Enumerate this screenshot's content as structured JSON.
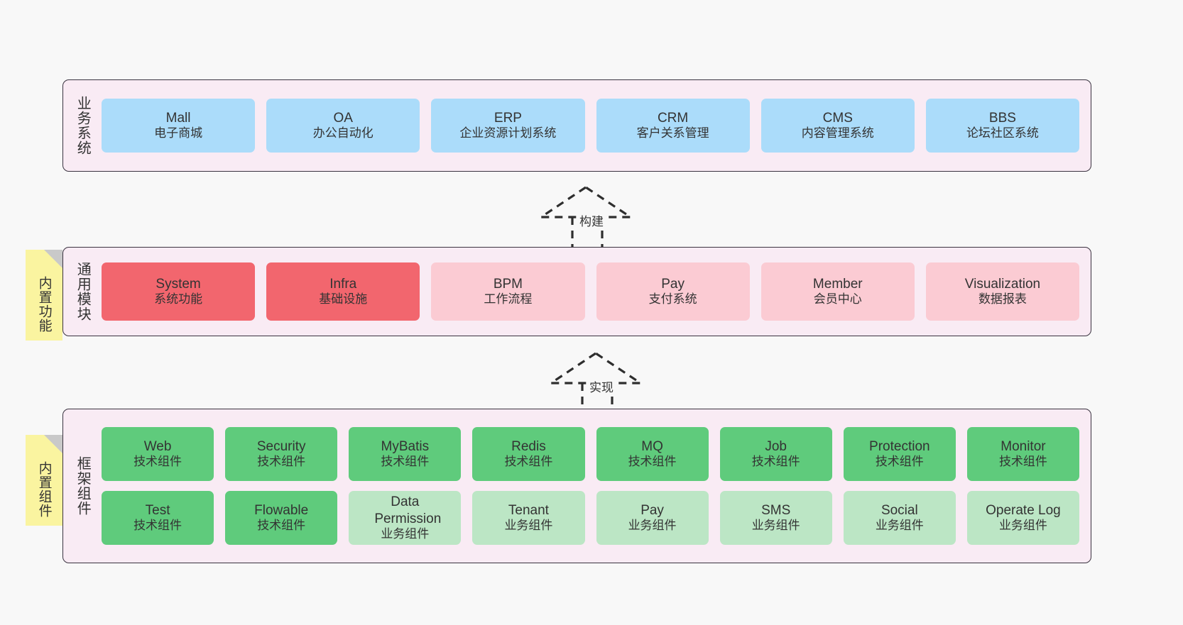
{
  "layers": [
    {
      "name": "business-system",
      "label": "业务系统",
      "rows": [
        [
          {
            "title": "Mall",
            "sub": "电子商城",
            "color": "blue"
          },
          {
            "title": "OA",
            "sub": "办公自动化",
            "color": "blue"
          },
          {
            "title": "ERP",
            "sub": "企业资源计划系统",
            "color": "blue"
          },
          {
            "title": "CRM",
            "sub": "客户关系管理",
            "color": "blue"
          },
          {
            "title": "CMS",
            "sub": "内容管理系统",
            "color": "blue"
          },
          {
            "title": "BBS",
            "sub": "论坛社区系统",
            "color": "blue"
          }
        ]
      ]
    },
    {
      "name": "common-module",
      "label": "通用模块",
      "note": "内置功能",
      "rows": [
        [
          {
            "title": "System",
            "sub": "系统功能",
            "color": "red"
          },
          {
            "title": "Infra",
            "sub": "基础设施",
            "color": "red"
          },
          {
            "title": "BPM",
            "sub": "工作流程",
            "color": "pink"
          },
          {
            "title": "Pay",
            "sub": "支付系统",
            "color": "pink"
          },
          {
            "title": "Member",
            "sub": "会员中心",
            "color": "pink"
          },
          {
            "title": "Visualization",
            "sub": "数据报表",
            "color": "pink"
          }
        ]
      ]
    },
    {
      "name": "framework-component",
      "label": "框架组件",
      "note": "内置组件",
      "rows": [
        [
          {
            "title": "Web",
            "sub": "技术组件",
            "color": "green"
          },
          {
            "title": "Security",
            "sub": "技术组件",
            "color": "green"
          },
          {
            "title": "MyBatis",
            "sub": "技术组件",
            "color": "green"
          },
          {
            "title": "Redis",
            "sub": "技术组件",
            "color": "green"
          },
          {
            "title": "MQ",
            "sub": "技术组件",
            "color": "green"
          },
          {
            "title": "Job",
            "sub": "技术组件",
            "color": "green"
          },
          {
            "title": "Protection",
            "sub": "技术组件",
            "color": "green"
          },
          {
            "title": "Monitor",
            "sub": "技术组件",
            "color": "green"
          }
        ],
        [
          {
            "title": "Test",
            "sub": "技术组件",
            "color": "green"
          },
          {
            "title": "Flowable",
            "sub": "技术组件",
            "color": "green"
          },
          {
            "title": "Data Permission",
            "sub": "业务组件",
            "color": "lgreen"
          },
          {
            "title": "Tenant",
            "sub": "业务组件",
            "color": "lgreen"
          },
          {
            "title": "Pay",
            "sub": "业务组件",
            "color": "lgreen"
          },
          {
            "title": "SMS",
            "sub": "业务组件",
            "color": "lgreen"
          },
          {
            "title": "Social",
            "sub": "业务组件",
            "color": "lgreen"
          },
          {
            "title": "Operate Log",
            "sub": "业务组件",
            "color": "lgreen"
          }
        ]
      ]
    }
  ],
  "connectors": [
    {
      "name": "build",
      "label": "构建"
    },
    {
      "name": "implement",
      "label": "实现"
    }
  ],
  "colors": {
    "panel_bg": "#F9EBF4",
    "panel_border": "#3A3340",
    "blue": "#ABDCFA",
    "red": "#F2666E",
    "pink": "#FBCBD3",
    "green": "#5FCB7C",
    "light_green": "#BCE6C5",
    "note_yellow": "#FAF4A0",
    "note_fold": "#C9C9C9",
    "canvas_bg": "#F8F8F8",
    "text": "#333333"
  }
}
